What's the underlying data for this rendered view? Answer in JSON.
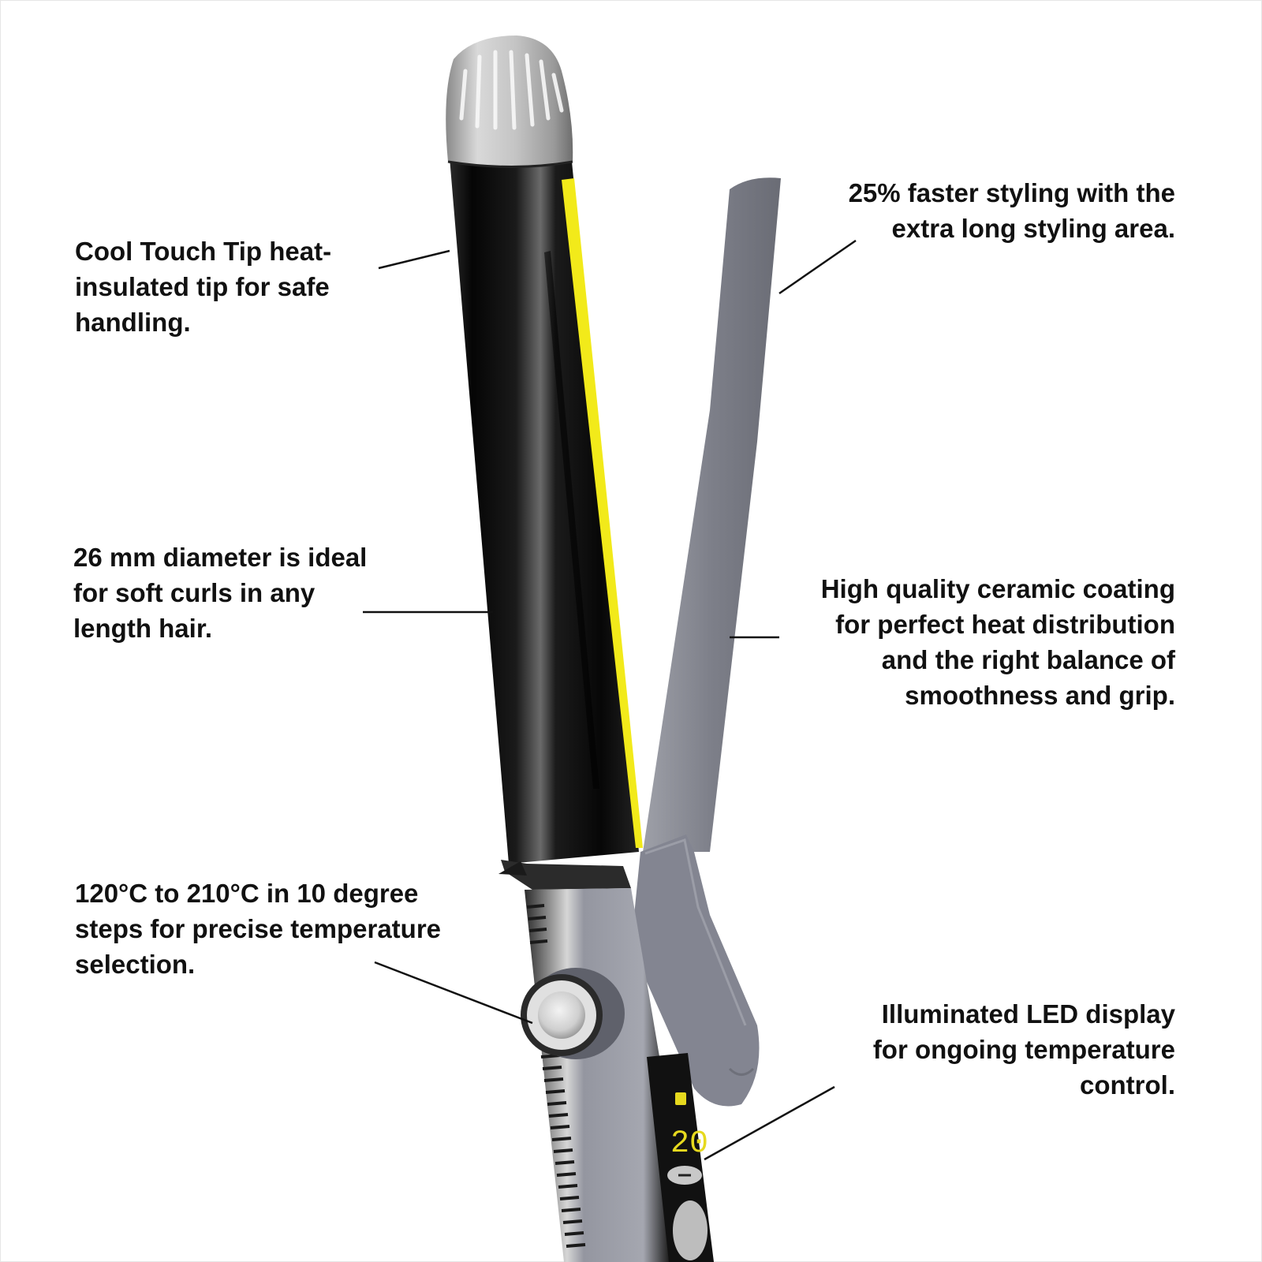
{
  "product": {
    "name": "curling-iron",
    "barrel_diameter_label": "26 mm",
    "display_reading": "20",
    "colors": {
      "barrel": "#0c0c0c",
      "accent_stripe": "#f2ea1a",
      "clamp": "#7c7e88",
      "tip": "#bdbdbd",
      "handle": "#8e9099",
      "display_digits": "#e6d91e",
      "leader_line": "#111111"
    }
  },
  "callouts": {
    "cool_touch_tip": "Cool Touch Tip heat-\ninsulated tip for safe\nhandling.",
    "faster_styling": "25% faster styling with the\nextra long styling area.",
    "diameter": "26 mm diameter is ideal\nfor soft curls in any\nlength hair.",
    "ceramic_coating": "High quality ceramic coating\nfor perfect heat distribution\nand the right balance of\nsmoothness and grip.",
    "temperature_range": "120°C to 210°C in 10 degree\nsteps for precise temperature\nselection.",
    "led_display": "Illuminated LED display\nfor ongoing temperature\ncontrol."
  }
}
